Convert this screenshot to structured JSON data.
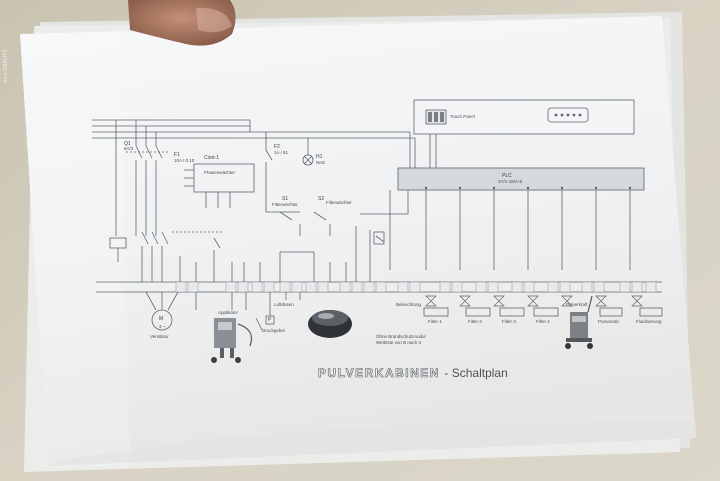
{
  "watermark": "itsu DEPOTS",
  "schematic": {
    "title": "PULVERKABINEN",
    "subtitle": "- Schaltplan",
    "components": {
      "q1": "Q1",
      "q1_rating": "6A/3",
      "f1": "F1",
      "f1_rating": "10A / 0,10",
      "cont1": "Cont-1",
      "cont1_label": "Phasenwächter",
      "f2": "F2",
      "f2_rating": "1A / 61",
      "h1": "H1",
      "h1_label": "Netz",
      "s1": "S1",
      "s1_label": "Filterwächter",
      "s2": "S2",
      "s2_label": "Filterwächter",
      "plc": "PLC",
      "plc_model": "S7/1-1MA-E",
      "touch_panel": "Touch Panel"
    },
    "outputs": {
      "motor_symbol": "M",
      "motor_unit": "3 ~",
      "ventilator": "Ventilator",
      "applikator": "Applikator",
      "druckgeber_symbol": "P",
      "druckgeber": "Druckgeber",
      "luftdusen": "Luftdüsen",
      "beleuchtung": "Beleuchtung",
      "filter_1": "Filter 1",
      "filter_2": "Filter 2",
      "filter_3": "Filter 3",
      "filter_4": "Filter 4",
      "pulverkraft": "Pulverkraft",
      "pneumatic": "Pneumatic",
      "fluidisierung": "Fluidisierung"
    },
    "note_main": "Ohne Brandschutzmodul",
    "note_sub": "Weitriste von B nach X"
  },
  "colors": {
    "background": "#c9c2ae",
    "paper": "#f2f3f4",
    "paper_shadow": "#dcdcd8",
    "line": "#5f646b",
    "plc_fill": "#d6d9dc",
    "skin": "#b07e66"
  }
}
